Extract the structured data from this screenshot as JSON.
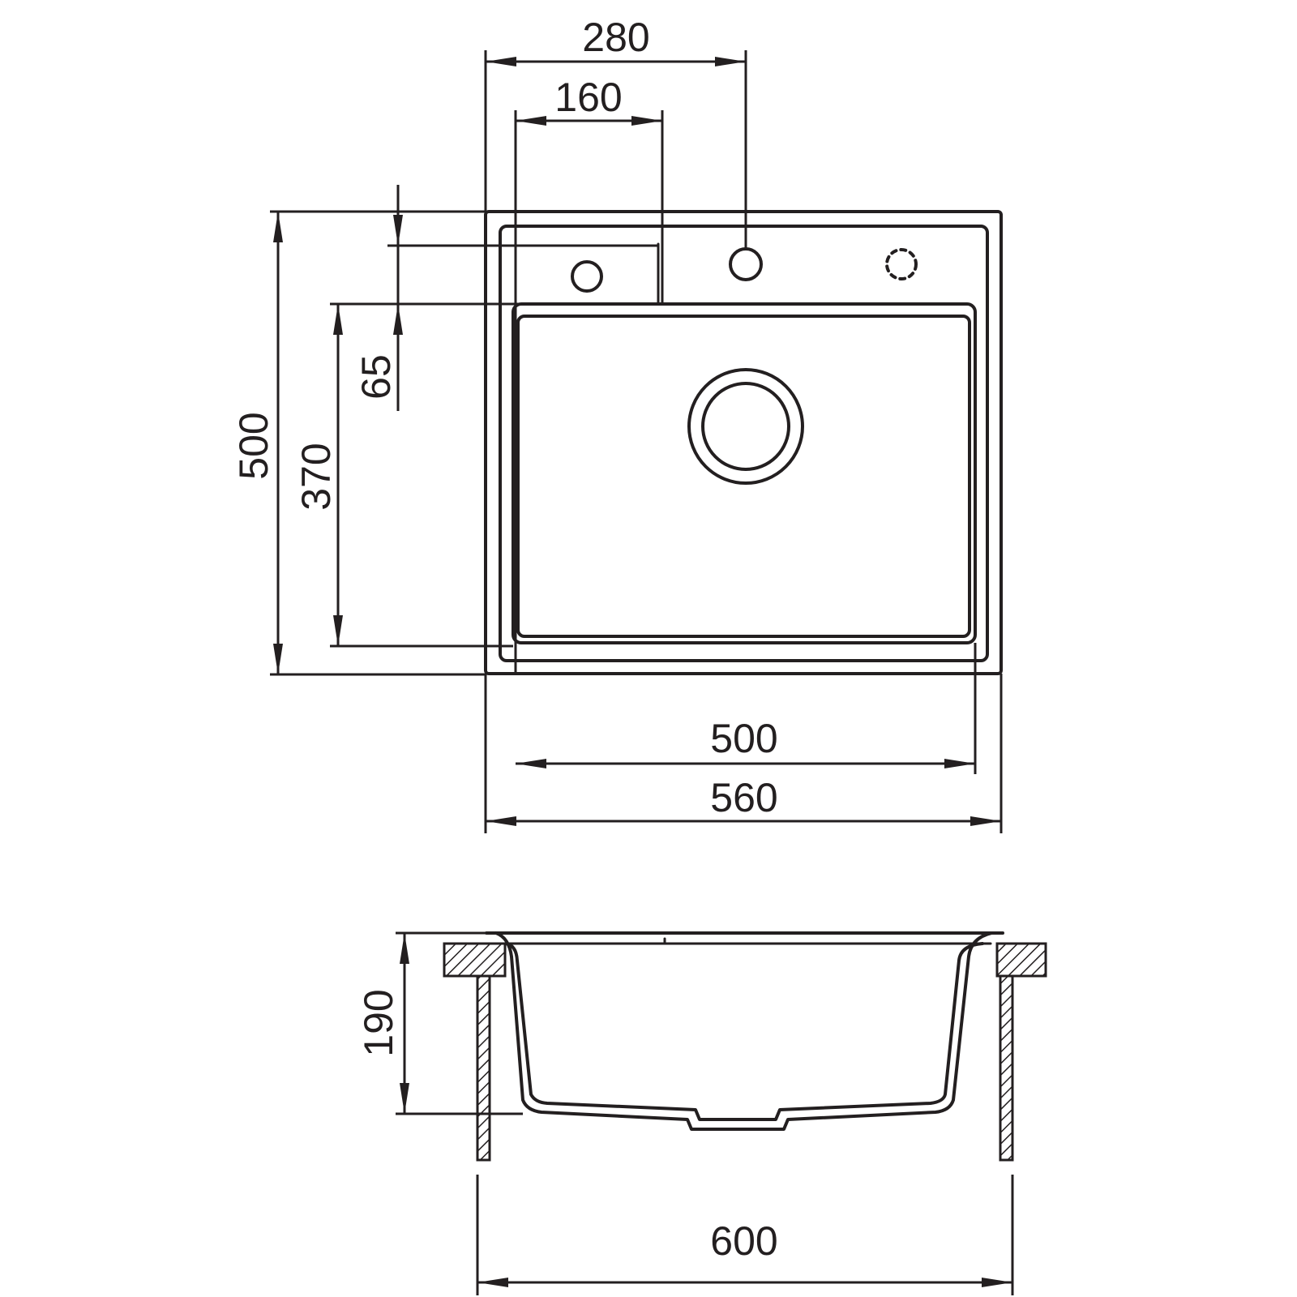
{
  "dimensions": {
    "top_view": {
      "tap_hole_distance": "280",
      "drainer_width": "160",
      "hole_offset": "65",
      "overall_depth": "500",
      "bowl_depth": "370",
      "bowl_width": "500",
      "overall_width": "560"
    },
    "section_view": {
      "bowl_height": "190",
      "cabinet_width": "600"
    }
  },
  "colors": {
    "line": "#231f20",
    "background": "#ffffff"
  },
  "icons": {
    "tap_hole": "circle-outline",
    "overflow_hole": "ring",
    "optional_hole": "dashed-circle",
    "drain": "double-ring"
  }
}
